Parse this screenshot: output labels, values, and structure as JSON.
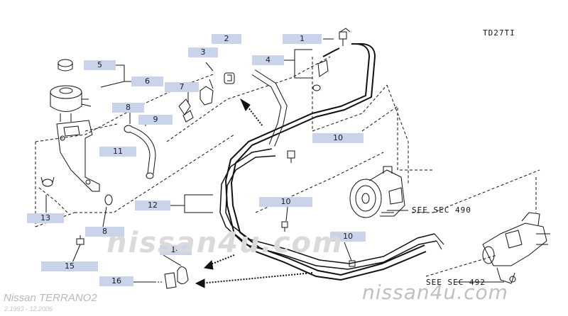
{
  "diagram": {
    "code": "TD27TI",
    "model": "Nissan TERRANO2",
    "years": "2.1993 - 12.2006",
    "watermark_center": "nissan4u.com",
    "watermark_corner": "nissan4u.com",
    "callout_color": "#c9d3ea",
    "refs": [
      {
        "text": "SEE SEC 490"
      },
      {
        "text": "SEE SEC 492"
      }
    ],
    "callouts": [
      "1",
      "2",
      "3",
      "4",
      "5",
      "6",
      "7",
      "8",
      "9",
      "10",
      "11",
      "12",
      "13",
      "8",
      "14",
      "15",
      "16",
      "10",
      "10",
      "10"
    ]
  }
}
